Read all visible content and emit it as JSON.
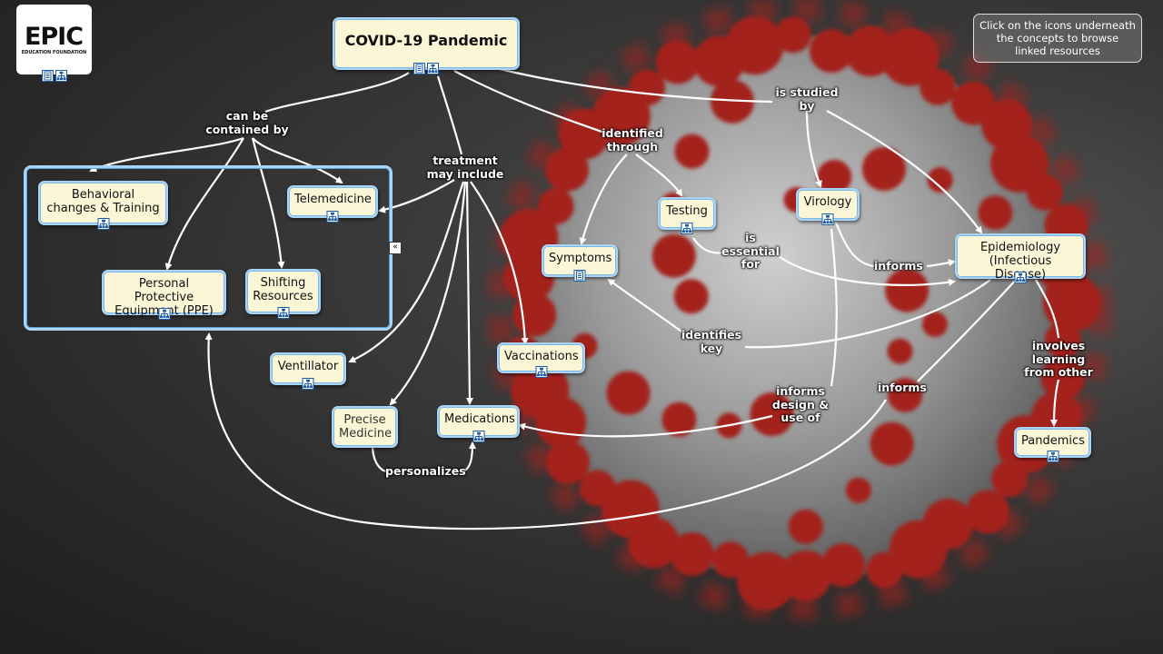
{
  "logo": {
    "mark": "EPIC",
    "sub": "EDUCATION FOUNDATION",
    "icons": [
      "document-icon",
      "concept-map-icon"
    ]
  },
  "hint": "Click on the icons underneath the concepts to browse linked resources",
  "concepts": {
    "covid": {
      "label": "COVID-19 Pandemic",
      "icons": [
        "document-icon",
        "concept-map-icon"
      ]
    },
    "behavioral": {
      "label": "Behavioral changes & Training",
      "icons": [
        "concept-map-icon"
      ]
    },
    "telemedicine": {
      "label": "Telemedicine",
      "icons": [
        "concept-map-icon"
      ]
    },
    "ppe": {
      "label": "Personal Protective Equipment (PPE)",
      "icons": [
        "concept-map-icon"
      ]
    },
    "shifting": {
      "label": "Shifting Resources",
      "icons": [
        "concept-map-icon"
      ]
    },
    "ventillator": {
      "label": "Ventillator",
      "icons": [
        "concept-map-icon"
      ]
    },
    "precise": {
      "label": "Precise Medicine",
      "icons": []
    },
    "medications": {
      "label": "Medications",
      "icons": [
        "concept-map-icon"
      ]
    },
    "vaccinations": {
      "label": "Vaccinations",
      "icons": [
        "concept-map-icon"
      ]
    },
    "symptoms": {
      "label": "Symptoms",
      "icons": [
        "document-icon"
      ]
    },
    "testing": {
      "label": "Testing",
      "icons": [
        "concept-map-icon"
      ]
    },
    "virology": {
      "label": "Virology",
      "icons": [
        "concept-map-icon"
      ]
    },
    "epidemiology": {
      "label": "Epidemiology (Infectious Disease)",
      "icons": [
        "concept-map-icon"
      ]
    },
    "pandemics": {
      "label": "Pandemics",
      "icons": [
        "concept-map-icon"
      ]
    }
  },
  "linking_phrases": {
    "contained": "can be contained by",
    "treatment": "treatment may include",
    "identified": "identified through",
    "studied": "is studied by",
    "essential": "is essential for",
    "informs1": "informs",
    "identifies": "identifies key",
    "informs_design": "informs design & use of",
    "informs2": "informs",
    "involves": "involves learning from other",
    "personalizes": "personalizes"
  },
  "collapse_control": "«"
}
